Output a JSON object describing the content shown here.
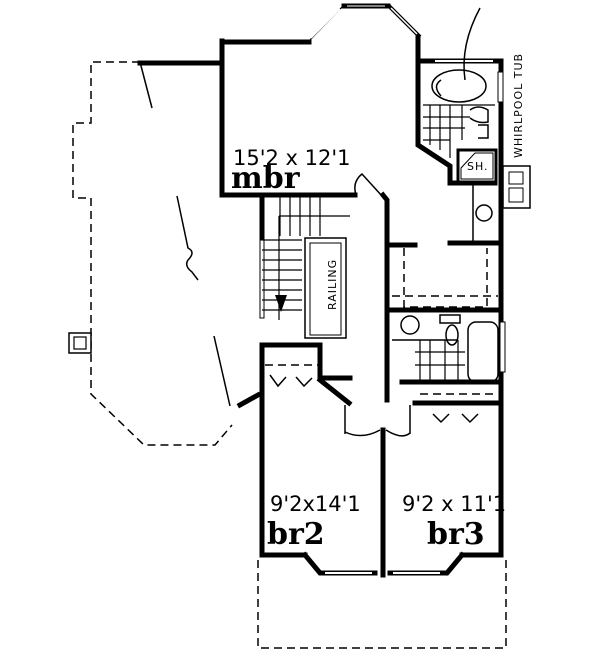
{
  "plan": {
    "rooms": [
      {
        "id": "mbr",
        "name": "mbr",
        "dimensions": "15'2 x 12'1"
      },
      {
        "id": "br2",
        "name": "br2",
        "dimensions": "9'2x14'1"
      },
      {
        "id": "br3",
        "name": "br3",
        "dimensions": "9'2 x 11'1"
      }
    ],
    "labels": {
      "whirlpool": "WHIRLPOOL TUB",
      "shower": "SH.",
      "railing": "RAILING"
    }
  }
}
